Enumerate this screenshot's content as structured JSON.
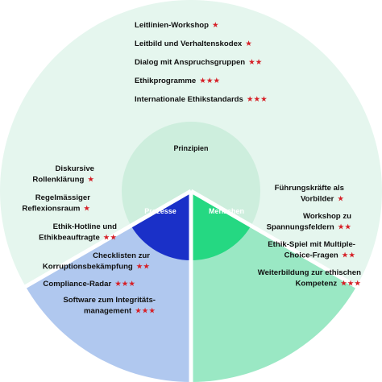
{
  "colors": {
    "top_sector": "#e5f6ee",
    "left_sector": "#b0c8ef",
    "right_sector": "#9ae8c4",
    "top_inner": "#cdeedd",
    "left_inner": "#1a30c8",
    "right_inner": "#25d882",
    "divider": "#ffffff",
    "star": "#d61f26"
  },
  "center": {
    "prinzipien": "Prinzipien",
    "prozesse": "Prozesse",
    "menschen": "Menschen"
  },
  "prinzipien_items": [
    {
      "lines": [
        "Leitlinien-Workshop"
      ],
      "stars": "★"
    },
    {
      "lines": [
        "Leitbild und Verhaltenskodex"
      ],
      "stars": "★"
    },
    {
      "lines": [
        "Dialog mit Anspruchsgruppen"
      ],
      "stars": "★★"
    },
    {
      "lines": [
        "Ethikprogramme"
      ],
      "stars": "★★★"
    },
    {
      "lines": [
        "Internationale Ethikstandards"
      ],
      "stars": "★★★"
    }
  ],
  "prozesse_items": [
    {
      "lines": [
        "Diskursive",
        "Rollenklärung"
      ],
      "stars": "★"
    },
    {
      "lines": [
        "Regelmässiger",
        "Reflexionsraum"
      ],
      "stars": "★"
    },
    {
      "lines": [
        "Ethik-Hotline und",
        "Ethikbeauftragte"
      ],
      "stars": "★★"
    },
    {
      "lines": [
        "Checklisten zur",
        "Korruptionsbekämpfung"
      ],
      "stars": "★★"
    },
    {
      "lines": [
        "Compliance-Radar"
      ],
      "stars": "★★★"
    },
    {
      "lines": [
        "Software zum Integritäts-",
        "management"
      ],
      "stars": "★★★"
    }
  ],
  "menschen_items": [
    {
      "lines": [
        "Führungskräfte als",
        "Vorbilder"
      ],
      "stars": "★"
    },
    {
      "lines": [
        "Workshop zu",
        "Spannungsfeldern"
      ],
      "stars": "★★"
    },
    {
      "lines": [
        "Ethik-Spiel mit Multiple-",
        "Choice-Fragen"
      ],
      "stars": "★★"
    },
    {
      "lines": [
        "Weiterbildung zur ethischen",
        "Kompetenz"
      ],
      "stars": "★★★"
    }
  ]
}
